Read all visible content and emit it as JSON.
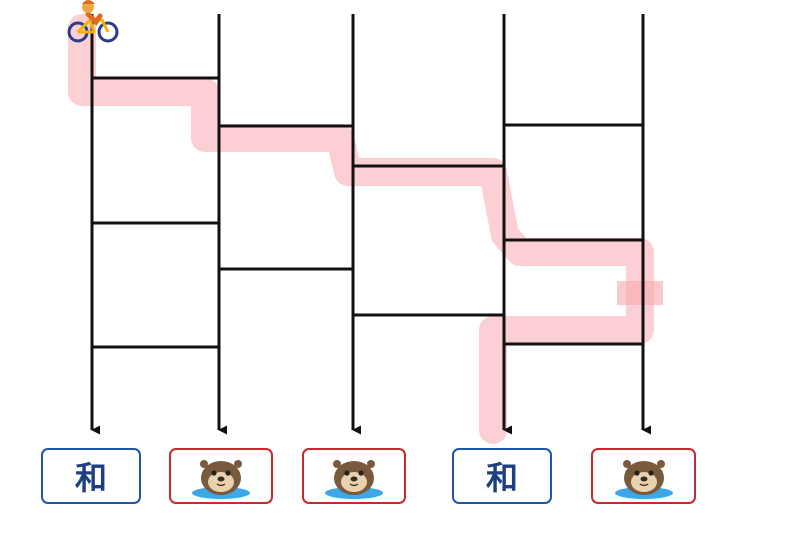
{
  "ladder": {
    "columns": [
      {
        "id": "c1",
        "result": "kanji",
        "label": "和",
        "color": "#1f56a8"
      },
      {
        "id": "c2",
        "result": "otter",
        "label": "",
        "color": "#c9282d"
      },
      {
        "id": "c3",
        "result": "otter",
        "label": "",
        "color": "#c9282d"
      },
      {
        "id": "c4",
        "result": "kanji",
        "label": "和",
        "color": "#1f56a8"
      },
      {
        "id": "c5",
        "result": "otter",
        "label": "",
        "color": "#c9282d"
      }
    ],
    "start": {
      "column": "c1",
      "icon": "cyclist-icon"
    },
    "rungs": [
      {
        "between": [
          "c1",
          "c2"
        ],
        "order": 1
      },
      {
        "between": [
          "c1",
          "c2"
        ],
        "order": 2
      },
      {
        "between": [
          "c1",
          "c2"
        ],
        "order": 3
      },
      {
        "between": [
          "c2",
          "c3"
        ],
        "order": 1
      },
      {
        "between": [
          "c2",
          "c3"
        ],
        "order": 2
      },
      {
        "between": [
          "c3",
          "c4"
        ],
        "order": 1
      },
      {
        "between": [
          "c3",
          "c4"
        ],
        "order": 2
      },
      {
        "between": [
          "c4",
          "c5"
        ],
        "order": 1
      },
      {
        "between": [
          "c4",
          "c5"
        ],
        "order": 2
      },
      {
        "between": [
          "c4",
          "c5"
        ],
        "order": 3
      }
    ],
    "highlight_color": "#f7a8ae",
    "end_column": "c4"
  }
}
